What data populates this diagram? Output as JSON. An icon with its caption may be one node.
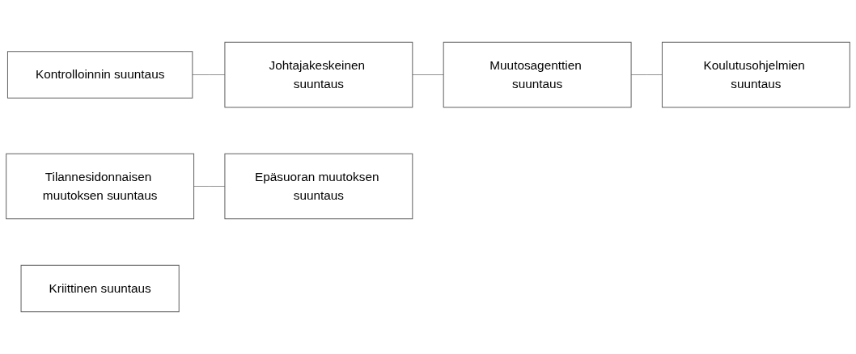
{
  "diagram": {
    "nodes": [
      {
        "text": [
          "Kontrolloinnin suuntaus"
        ]
      },
      {
        "text": [
          "Johtajakeskeinen suuntaus"
        ]
      },
      {
        "text": [
          "Muutosagenttien suuntaus"
        ]
      },
      {
        "text": [
          "Koulutusohjelmien suuntaus"
        ]
      },
      {
        "text": [
          "Tilannesidonnaisen muutoksen suuntaus"
        ]
      },
      {
        "text": [
          "Epäsuoran muutoksen suuntaus"
        ]
      },
      {
        "text": [
          "Kriittinen suuntaus"
        ]
      }
    ],
    "edges": [
      {
        "from": 0,
        "to": 1,
        "arrow": "none"
      },
      {
        "from": 1,
        "to": 2,
        "arrow": "none"
      },
      {
        "from": 2,
        "to": 3,
        "arrow": "none"
      },
      {
        "from": 4,
        "to": 5,
        "arrow": "none"
      }
    ]
  }
}
